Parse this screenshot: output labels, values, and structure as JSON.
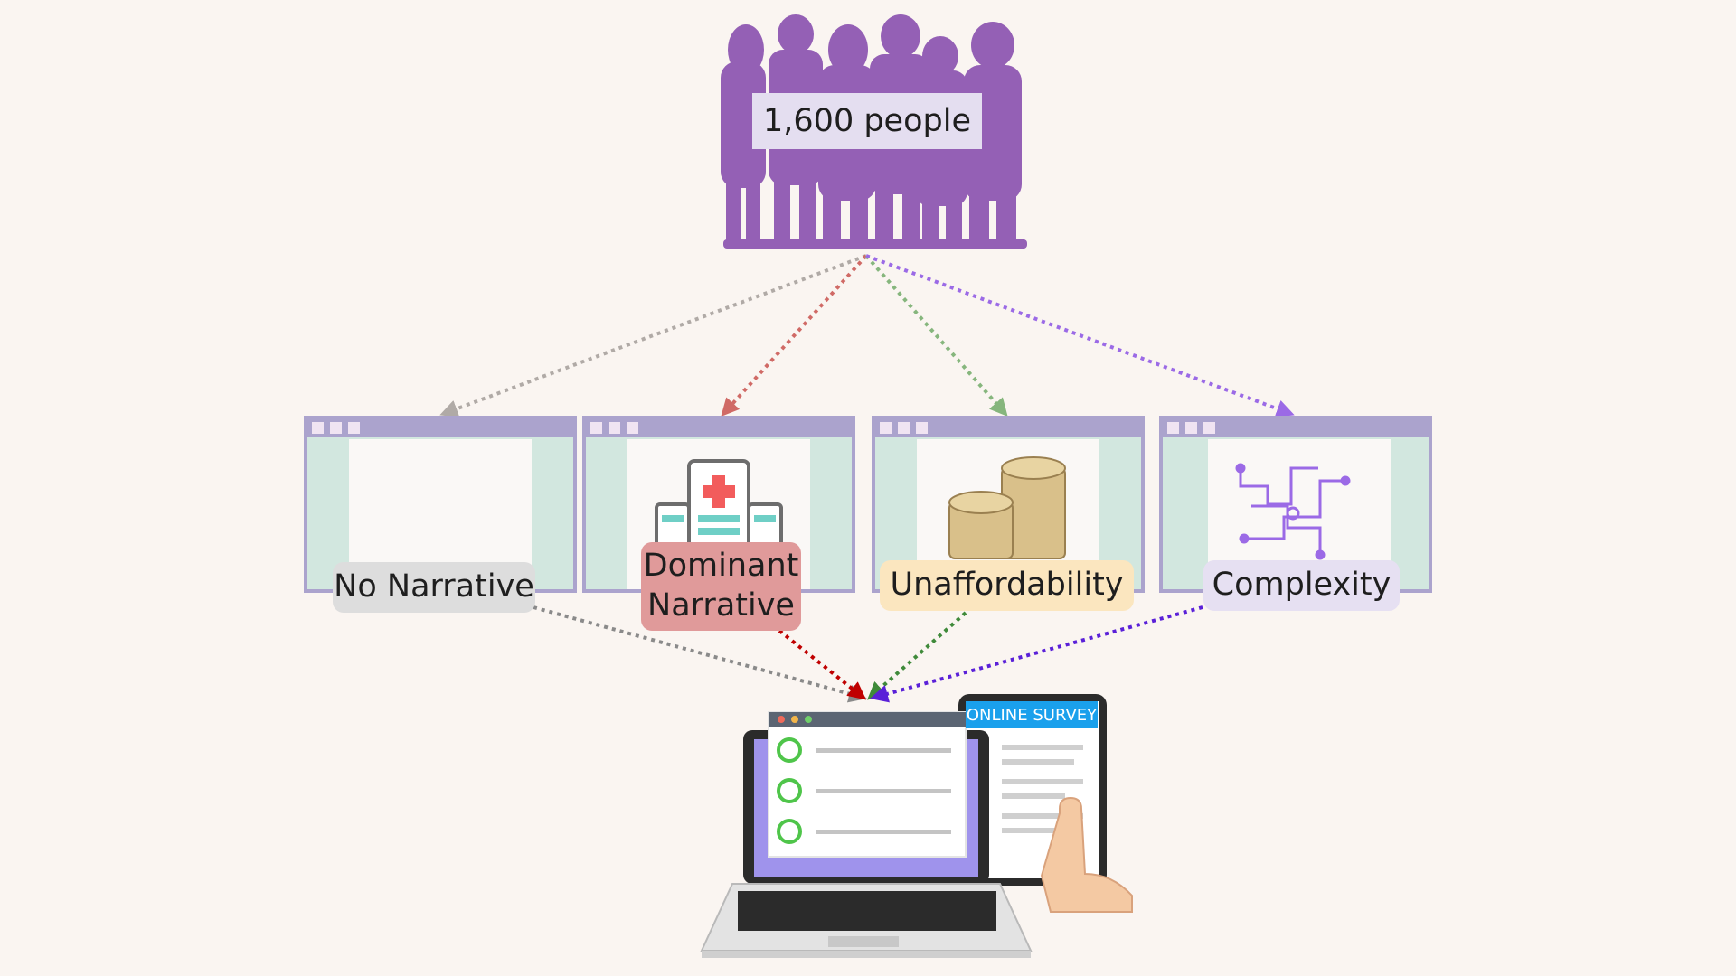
{
  "top": {
    "people_count_label": "1,600 people"
  },
  "conditions": [
    {
      "id": "no_narrative",
      "label": "No Narrative",
      "arrow_color": "#b0aaa6",
      "out_arrow_color": "#8a8a8a",
      "icon": "blank-page"
    },
    {
      "id": "dominant",
      "label": "Dominant Narrative",
      "arrow_color": "#d06a66",
      "out_arrow_color": "#c00000",
      "icon": "hospital-icon"
    },
    {
      "id": "unaffordability",
      "label": "Unaffordability",
      "arrow_color": "#86b67d",
      "out_arrow_color": "#3f8a3a",
      "icon": "coins-icon"
    },
    {
      "id": "complexity",
      "label": "Complexity",
      "arrow_color": "#9b6ae6",
      "out_arrow_color": "#5a20d8",
      "icon": "circuit-icon"
    }
  ],
  "bottom": {
    "survey_label": "ONLINE SURVEY"
  },
  "colors": {
    "background": "#faf5f1",
    "people": "#9460b5",
    "window_frame": "#aba3cd",
    "window_side": "#d2e7df"
  }
}
